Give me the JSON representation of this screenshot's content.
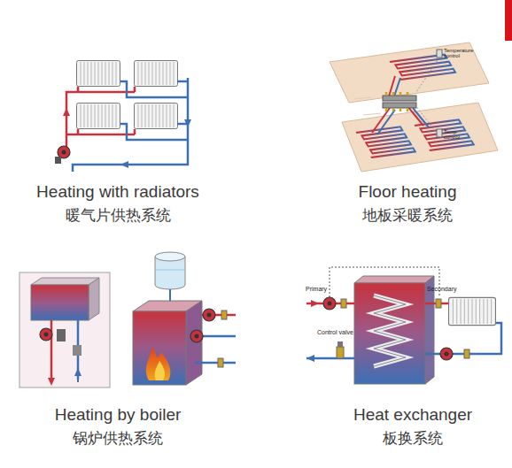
{
  "diagram": {
    "labels": [
      "Heating with radiators",
      "暖气片供热系统",
      "Temperature control",
      "Temp control",
      "Floor heating",
      "地板采暖系统",
      "Heating by boiler",
      "锅炉供热系统",
      "Primary",
      "Secondary",
      "Control valve",
      "Heat exchanger",
      "板换系统"
    ]
  }
}
